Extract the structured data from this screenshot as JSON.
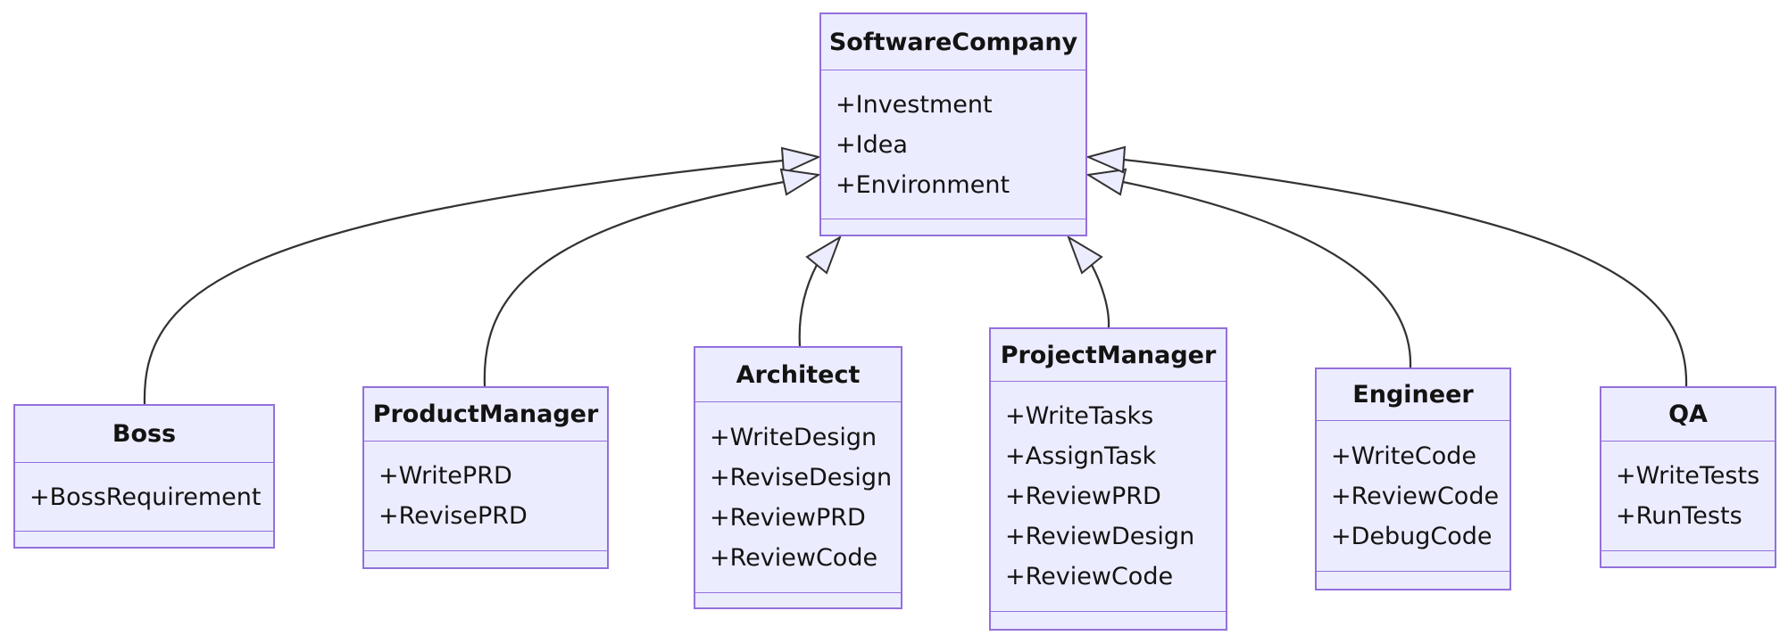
{
  "diagram": {
    "type": "uml-class-diagram",
    "colors": {
      "box_fill": "#ECECFF",
      "box_border": "#9370DB",
      "line": "#333333",
      "text": "#131313"
    },
    "classes": [
      {
        "name": "SoftwareCompany",
        "members": [
          "+Investment",
          "+Idea",
          "+Environment"
        ],
        "methods": []
      },
      {
        "name": "Boss",
        "members": [
          "+BossRequirement"
        ],
        "methods": []
      },
      {
        "name": "ProductManager",
        "members": [
          "+WritePRD",
          "+RevisePRD"
        ],
        "methods": []
      },
      {
        "name": "Architect",
        "members": [
          "+WriteDesign",
          "+ReviseDesign",
          "+ReviewPRD",
          "+ReviewCode"
        ],
        "methods": []
      },
      {
        "name": "ProjectManager",
        "members": [
          "+WriteTasks",
          "+AssignTask",
          "+ReviewPRD",
          "+ReviewDesign",
          "+ReviewCode"
        ],
        "methods": []
      },
      {
        "name": "Engineer",
        "members": [
          "+WriteCode",
          "+ReviewCode",
          "+DebugCode"
        ],
        "methods": []
      },
      {
        "name": "QA",
        "members": [
          "+WriteTests",
          "+RunTests"
        ],
        "methods": []
      }
    ],
    "relations": [
      {
        "from": "Boss",
        "to": "SoftwareCompany",
        "type": "inheritance"
      },
      {
        "from": "ProductManager",
        "to": "SoftwareCompany",
        "type": "inheritance"
      },
      {
        "from": "Architect",
        "to": "SoftwareCompany",
        "type": "inheritance"
      },
      {
        "from": "ProjectManager",
        "to": "SoftwareCompany",
        "type": "inheritance"
      },
      {
        "from": "Engineer",
        "to": "SoftwareCompany",
        "type": "inheritance"
      },
      {
        "from": "QA",
        "to": "SoftwareCompany",
        "type": "inheritance"
      }
    ]
  }
}
